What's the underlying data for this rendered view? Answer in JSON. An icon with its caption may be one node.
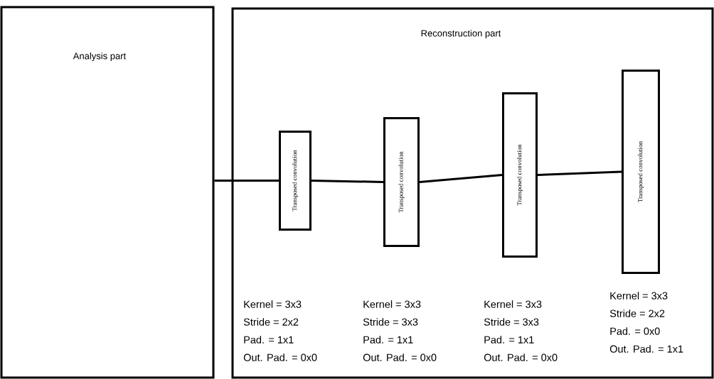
{
  "diagram": {
    "nodes": [
      {
        "text": [
          "Analysis part"
        ]
      },
      {
        "text": [
          "Reconstruction part"
        ]
      },
      {
        "text": [
          "Transposed convolution"
        ],
        "in": 1,
        "beside": [
          "Kernel = 3x3",
          "Stride = 2x2",
          "Pad. = 1x1",
          "Out. Pad. = 0x0"
        ]
      },
      {
        "text": [
          "Transposed convolution"
        ],
        "in": 1,
        "beside": [
          "Kernel = 3x3",
          "Stride = 3x3",
          "Pad. = 1x1",
          "Out. Pad. = 0x0"
        ]
      },
      {
        "text": [
          "Transposed convolution"
        ],
        "in": 1,
        "beside": [
          "Kernel = 3x3",
          "Stride = 3x3",
          "Pad. = 1x1",
          "Out. Pad. = 0x0"
        ]
      },
      {
        "text": [
          "Transposed convolution"
        ],
        "in": 1,
        "beside": [
          "Kernel = 3x3",
          "Stride = 2x2",
          "Pad. = 0x0",
          "Out. Pad. = 1x1"
        ]
      }
    ],
    "edges": [
      {
        "from": 0,
        "to": 2,
        "arrow": "none"
      },
      {
        "from": 2,
        "to": 3,
        "arrow": "none"
      },
      {
        "from": 3,
        "to": 4,
        "arrow": "none"
      },
      {
        "from": 4,
        "to": 5,
        "arrow": "none"
      }
    ]
  }
}
